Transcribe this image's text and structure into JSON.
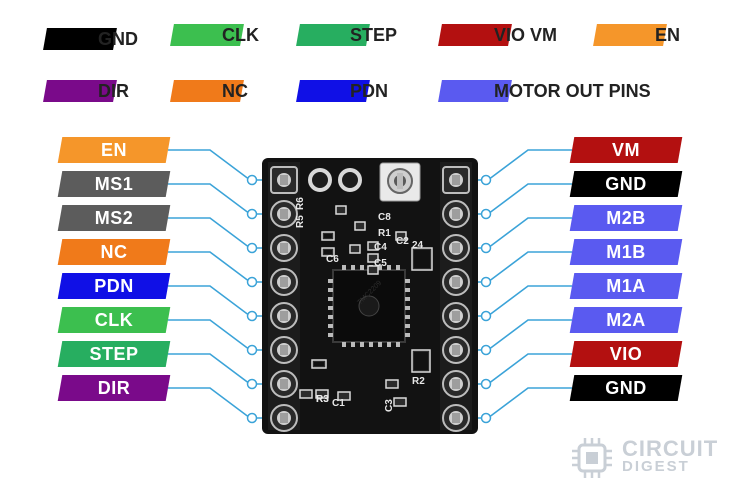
{
  "legend": [
    {
      "label": "GND",
      "color": "#000000"
    },
    {
      "label": "CLK",
      "color": "#3cbf4f"
    },
    {
      "label": "STEP",
      "color": "#27ae60"
    },
    {
      "label": "VIO  VM",
      "color": "#b31010"
    },
    {
      "label": "EN",
      "color": "#f5962a"
    },
    {
      "label": "DIR",
      "color": "#7a0a8a"
    },
    {
      "label": "NC",
      "color": "#f07a1a"
    },
    {
      "label": "PDN",
      "color": "#1010e6"
    },
    {
      "label": "MOTOR OUT PINS",
      "color": "#5a5af0"
    }
  ],
  "left_pins": [
    {
      "label": "EN",
      "color": "#f5962a"
    },
    {
      "label": "MS1",
      "color": "#5c5c5c"
    },
    {
      "label": "MS2",
      "color": "#5c5c5c"
    },
    {
      "label": "NC",
      "color": "#f07a1a"
    },
    {
      "label": "PDN",
      "color": "#1010e6"
    },
    {
      "label": "CLK",
      "color": "#3cbf4f"
    },
    {
      "label": "STEP",
      "color": "#27ae60"
    },
    {
      "label": "DIR",
      "color": "#7a0a8a"
    }
  ],
  "right_pins": [
    {
      "label": "VM",
      "color": "#b31010"
    },
    {
      "label": "GND",
      "color": "#000000"
    },
    {
      "label": "M2B",
      "color": "#5a5af0"
    },
    {
      "label": "M1B",
      "color": "#5a5af0"
    },
    {
      "label": "M1A",
      "color": "#5a5af0"
    },
    {
      "label": "M2A",
      "color": "#5a5af0"
    },
    {
      "label": "VIO",
      "color": "#b31010"
    },
    {
      "label": "GND",
      "color": "#000000"
    }
  ],
  "board": {
    "silkscreen": [
      "R6",
      "R5",
      "R3",
      "C8",
      "R1",
      "C2",
      "C4",
      "C5",
      "C6",
      "24",
      "R2",
      "R3",
      "C1",
      "C3"
    ],
    "chip_marking": "TMC2209"
  },
  "wire_color": "#3ba3d8",
  "watermark": {
    "line1": "CIRCUIT",
    "line2": "DIGEST"
  }
}
